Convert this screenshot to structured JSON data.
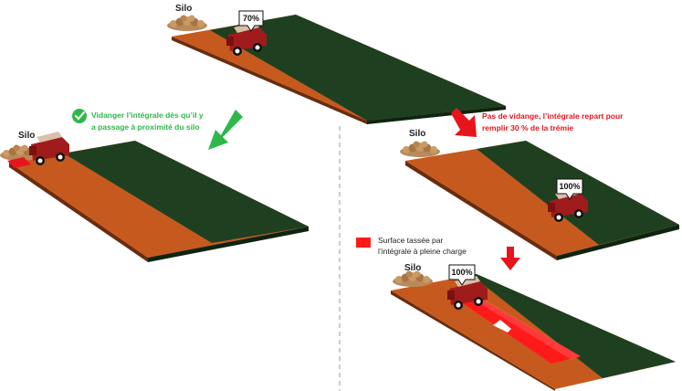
{
  "labels": {
    "silo": "Silo",
    "fill_70": "70%",
    "fill_100": "100%"
  },
  "captions": {
    "left_line1": "Vidanger l’intégrale dès qu’il y",
    "left_line2": "a passage à proximité du silo",
    "right_line1": "Pas de vidange, l’intégrale repart pour",
    "right_line2": "remplir 30 % de la trémie"
  },
  "legend": {
    "line1": "Surface tassée par",
    "line2": "l’intégrale à pleine charge"
  },
  "colors": {
    "soil": "#c65a1e",
    "crop": "#1e4020",
    "compacted": "#ff1a1a",
    "green_arrow": "#2eb84a",
    "red_arrow": "#e8141c",
    "machine": "#a01c1c"
  },
  "icons": {
    "check": "check-circle-icon"
  }
}
